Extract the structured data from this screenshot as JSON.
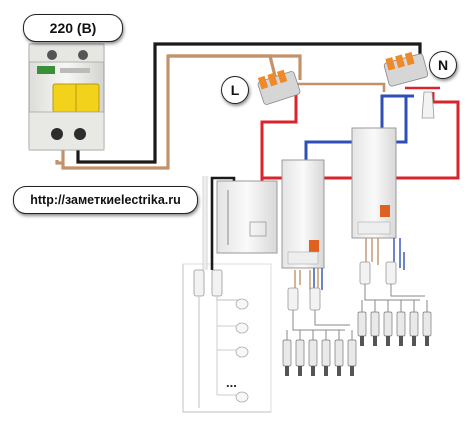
{
  "labels": {
    "voltage": "220 (B)",
    "url": "http://заметкиelectrika.ru",
    "live": "L",
    "neutral": "N",
    "ellipsis": "..."
  },
  "colors": {
    "wire_phase": "#c4926a",
    "wire_neutral": "#1a1a1a",
    "wire_red": "#d9232d",
    "wire_blue": "#2f4fb6",
    "wire_white": "#eeeeee",
    "breaker_body": "#f0f0ee",
    "breaker_toggle": "#f3d21c",
    "connector_orange": "#ef8a2b"
  },
  "icons": [
    "circuit-breaker-icon",
    "wago-connector-icon",
    "transformer-icon",
    "halogen-lamp-icon",
    "led-bulb-icon"
  ]
}
